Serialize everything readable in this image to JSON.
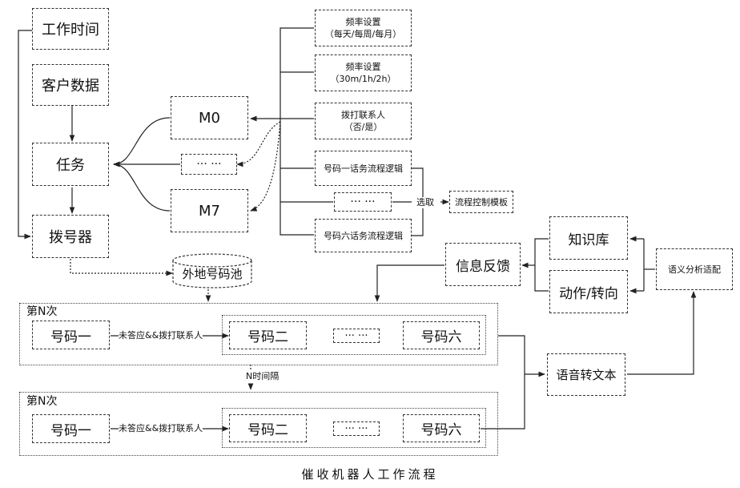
{
  "sources": {
    "work_time": "工作时间",
    "customer_data": "客户数据"
  },
  "task": "任务",
  "dialer": "拨号器",
  "pool": "外地号码池",
  "models": {
    "m0": "M0",
    "ellipsis": "··· ···",
    "m7": "M7"
  },
  "settings": [
    {
      "line1": "频率设置",
      "line2": "（每天/每周/每月）"
    },
    {
      "line1": "频率设置",
      "line2": "（30m/1h/2h）"
    },
    {
      "line1": "拨打联系人",
      "line2": "（否/是）"
    }
  ],
  "flows": {
    "flow1": "号码一话务流程逻辑",
    "ellipsis": "··· ···",
    "flow6": "号码六话务流程逻辑"
  },
  "select_label": "选取",
  "flow_template": "流程控制模板",
  "info_feedback": "信息反馈",
  "knowledge_base": "知识库",
  "action_transfer": "动作/转向",
  "semantic_analysis": "语义分析适配",
  "speech_to_text": "语音转文本",
  "round1": {
    "title": "第N次",
    "num1": "号码一",
    "cond": "未答应&&拨打联系人",
    "num2": "号码二",
    "ellipsis": "··· ···",
    "num6": "号码六"
  },
  "interval": "N时间隔",
  "round2": {
    "title": "第N次",
    "num1": "号码一",
    "cond": "未答应&&拨打联系人",
    "num2": "号码二",
    "ellipsis": "··· ···",
    "num6": "号码六"
  },
  "caption": "催收机器人工作流程"
}
